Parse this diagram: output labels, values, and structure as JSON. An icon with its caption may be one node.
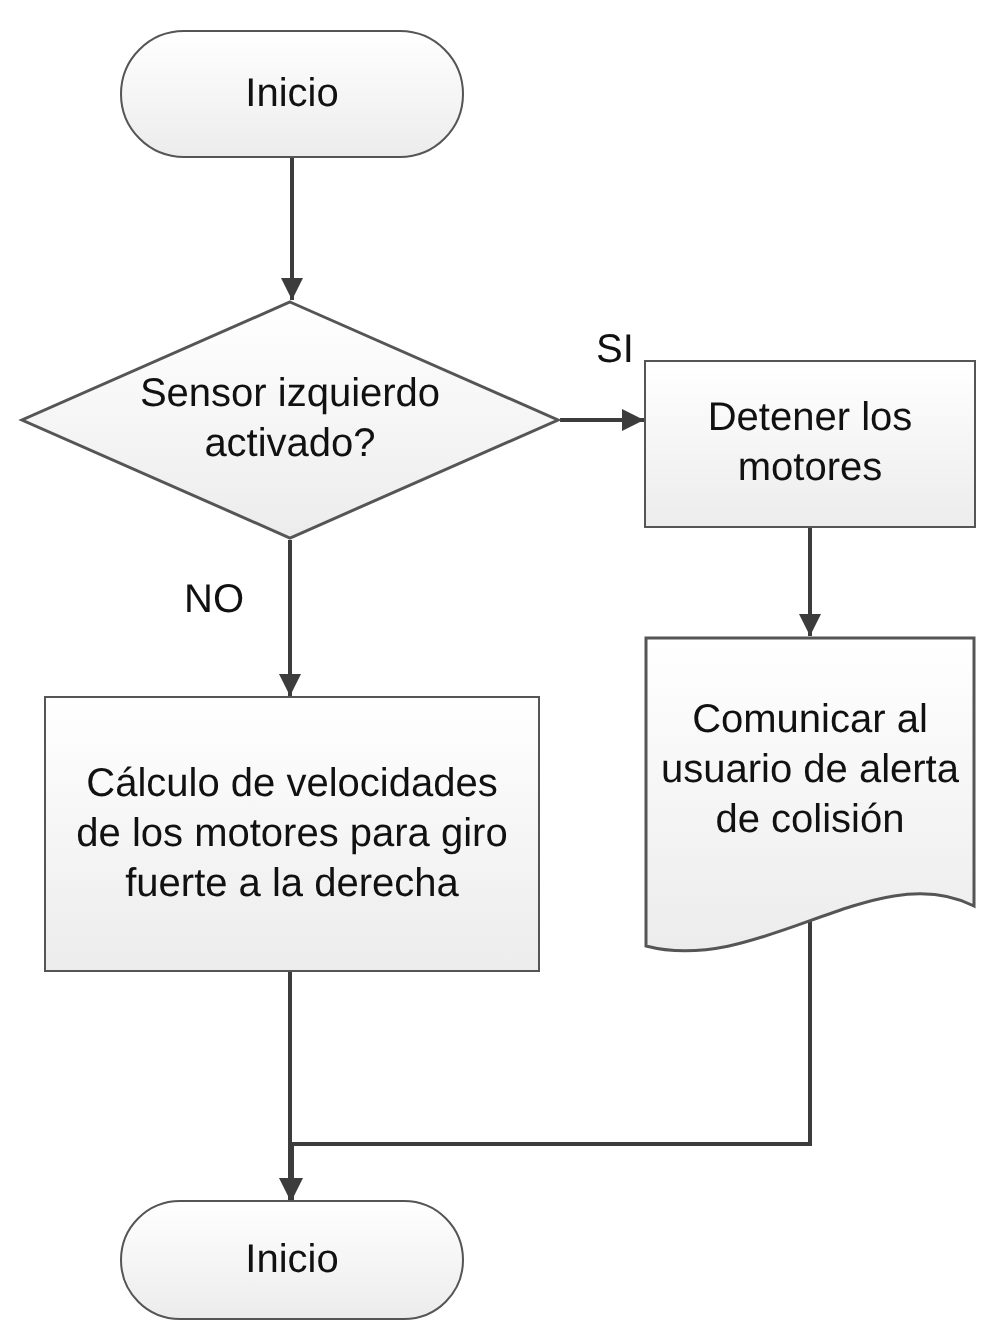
{
  "diagram": {
    "nodes": [
      {
        "text": [
          "Inicio"
        ]
      },
      {
        "text": [
          "Sensor izquierdo activado?"
        ]
      },
      {
        "text": [
          "Detener los motores"
        ]
      },
      {
        "text": [
          "Comunicar al usuario de alerta de colisión"
        ]
      },
      {
        "text": [
          "Cálculo de velocidades de los motores para giro fuerte a la derecha"
        ]
      },
      {
        "text": [
          "Inicio"
        ]
      }
    ],
    "edges": [
      {
        "from": 0,
        "to": 1,
        "arrow": "to"
      },
      {
        "from": 1,
        "to": 2,
        "arrow": "to",
        "label": "SI"
      },
      {
        "from": 2,
        "to": 3,
        "arrow": "to"
      },
      {
        "from": 1,
        "to": 4,
        "arrow": "to",
        "label": "NO"
      },
      {
        "from": 4,
        "to": 5,
        "arrow": "to"
      },
      {
        "from": 3,
        "to": 5,
        "arrow": "to"
      }
    ]
  }
}
